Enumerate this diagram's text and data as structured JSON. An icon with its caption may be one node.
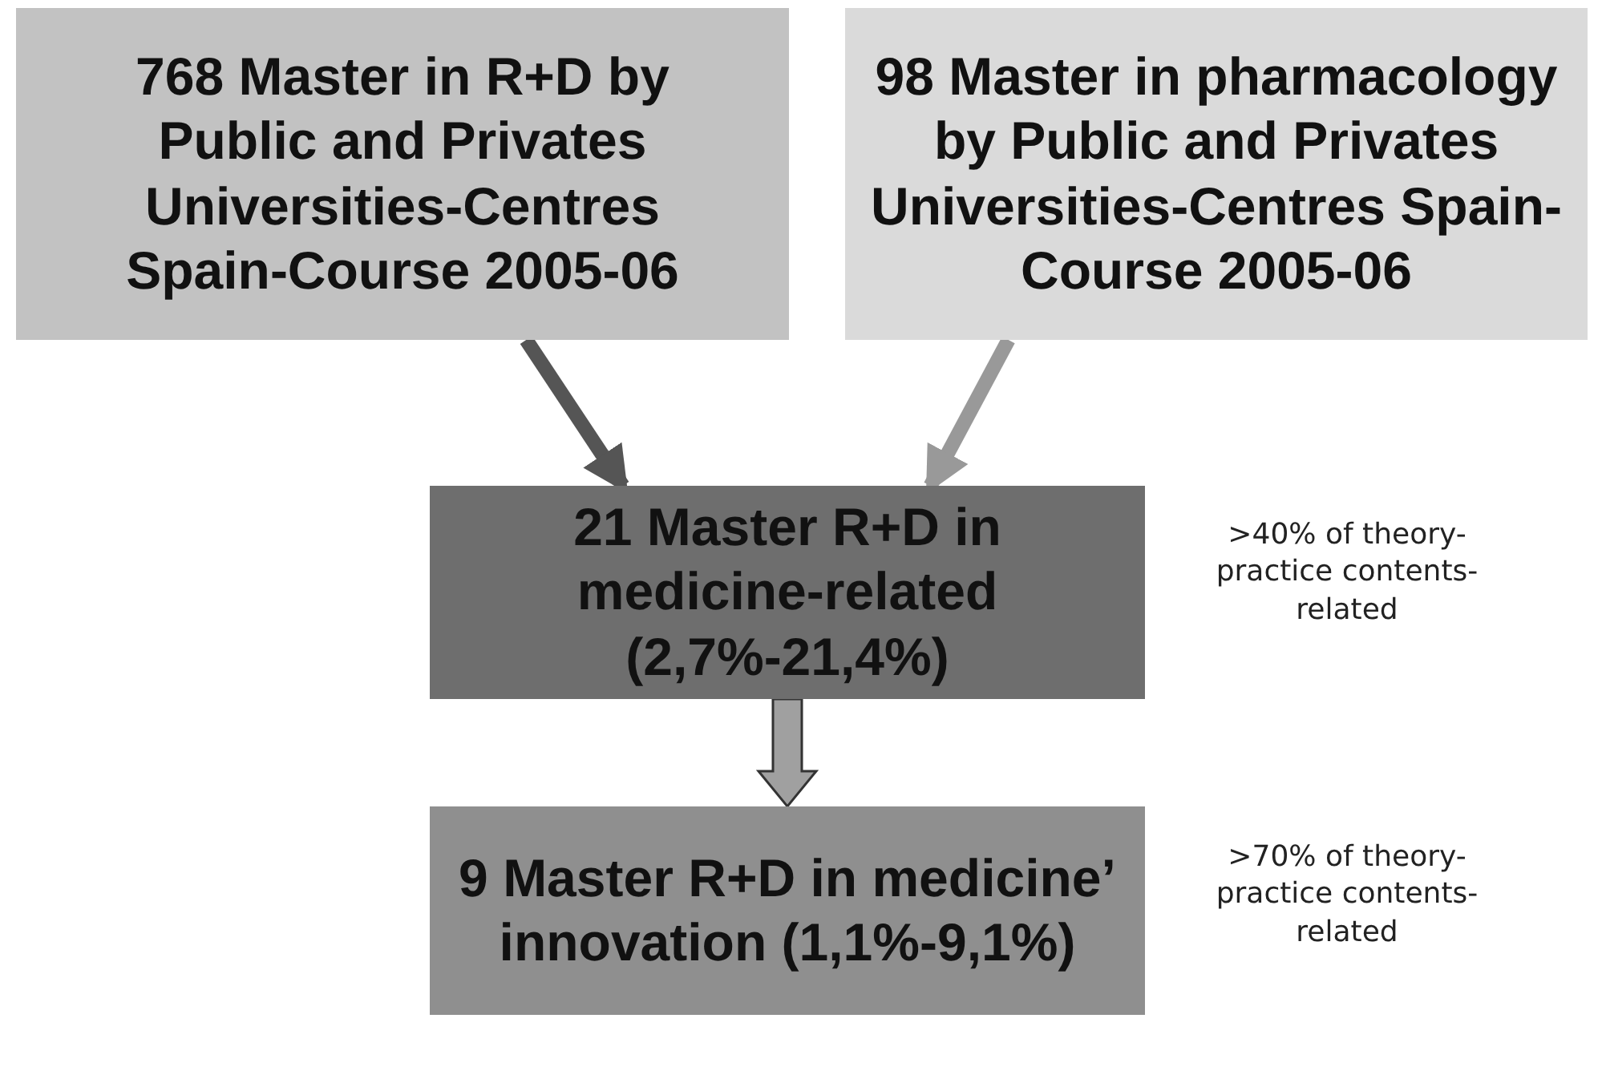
{
  "diagram": {
    "nodes": [
      {
        "text": [
          "768 Master in R+D by Public and Privates Universities-Centres Spain-Course 2005-06"
        ]
      },
      {
        "text": [
          "98 Master in pharmacology by Public and Privates Universities-Centres Spain-Course 2005-06"
        ]
      },
      {
        "text": [
          "21 Master R+D in medicine-related (2,7%-21,4%)"
        ],
        "beside": [
          ">40% of theory-practice contents-related"
        ]
      },
      {
        "text": [
          "9 Master R+D in medicine’ innovation (1,1%-9,1%)"
        ],
        "beside": [
          ">70% of theory-practice contents-related"
        ]
      }
    ],
    "edges": [
      {
        "from": 0,
        "to": 2,
        "arrow": "to",
        "color": "#555555"
      },
      {
        "from": 1,
        "to": 2,
        "arrow": "to",
        "color": "#999999"
      },
      {
        "from": 2,
        "to": 3,
        "arrow": "to",
        "style": "thick"
      }
    ]
  }
}
